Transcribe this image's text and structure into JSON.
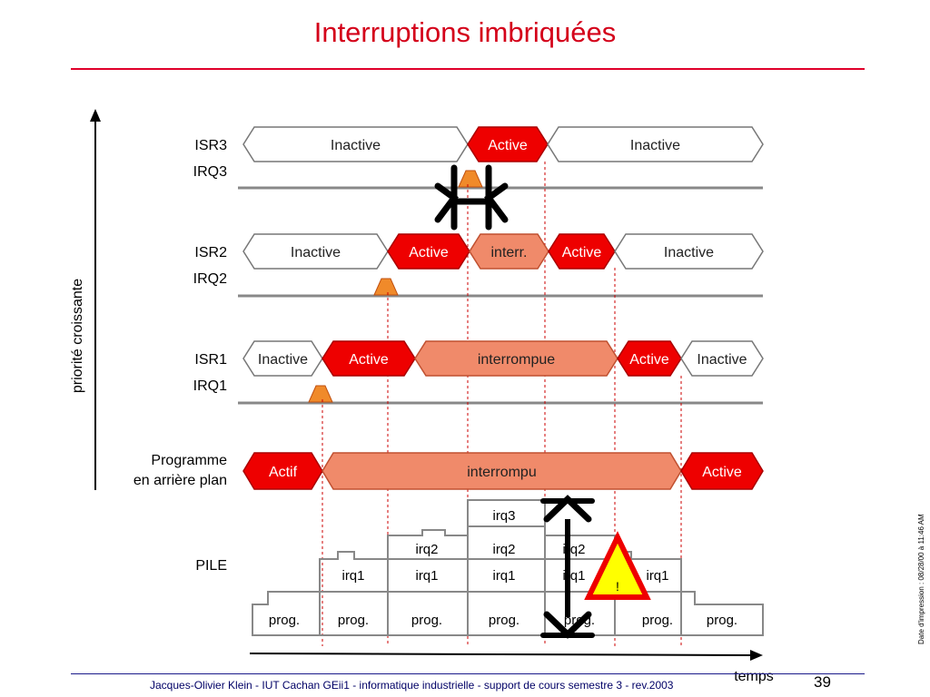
{
  "slide": {
    "title": "Interruptions imbriquées",
    "footer": "Jacques-Olivier Klein - IUT Cachan GEii1 - informatique industrielle - support de cours semestre 3 - rev.2003",
    "page_number": "39",
    "print_date": "Date d'impression : 08/28/00 à 11:46 AM"
  },
  "axes": {
    "y_label": "priorité croissante",
    "x_label": "temps"
  },
  "colors": {
    "active": "#ee0000",
    "interrupted": "#f08a6a",
    "inactive": "#ffffff",
    "request": "#f08a2a",
    "guide": "#cc0000",
    "warning_border": "#ee0000",
    "warning_fill": "#ffff00"
  },
  "rows": {
    "isr3": {
      "label": "ISR3",
      "irq_label": "IRQ3",
      "segments": [
        {
          "label": "Inactive",
          "state": "inactive"
        },
        {
          "label": "Active",
          "state": "active"
        },
        {
          "label": "Inactive",
          "state": "inactive"
        }
      ]
    },
    "isr2": {
      "label": "ISR2",
      "irq_label": "IRQ2",
      "segments": [
        {
          "label": "Inactive",
          "state": "inactive"
        },
        {
          "label": "Active",
          "state": "active"
        },
        {
          "label": "interr.",
          "state": "interrupted"
        },
        {
          "label": "Active",
          "state": "active"
        },
        {
          "label": "Inactive",
          "state": "inactive"
        }
      ]
    },
    "isr1": {
      "label": "ISR1",
      "irq_label": "IRQ1",
      "segments": [
        {
          "label": "Inactive",
          "state": "inactive"
        },
        {
          "label": "Active",
          "state": "active"
        },
        {
          "label": "interrompue",
          "state": "interrupted"
        },
        {
          "label": "Active",
          "state": "active"
        },
        {
          "label": "Inactive",
          "state": "inactive"
        }
      ]
    },
    "background": {
      "label_line1": "Programme",
      "label_line2": "en arrière plan",
      "segments": [
        {
          "label": "Actif",
          "state": "active"
        },
        {
          "label": "interrompu",
          "state": "interrupted"
        },
        {
          "label": "Active",
          "state": "active"
        }
      ]
    }
  },
  "stack": {
    "label": "PILE",
    "prog": "prog.",
    "irq1": "irq1",
    "irq2": "irq2",
    "irq3": "irq3",
    "warning": "!"
  }
}
